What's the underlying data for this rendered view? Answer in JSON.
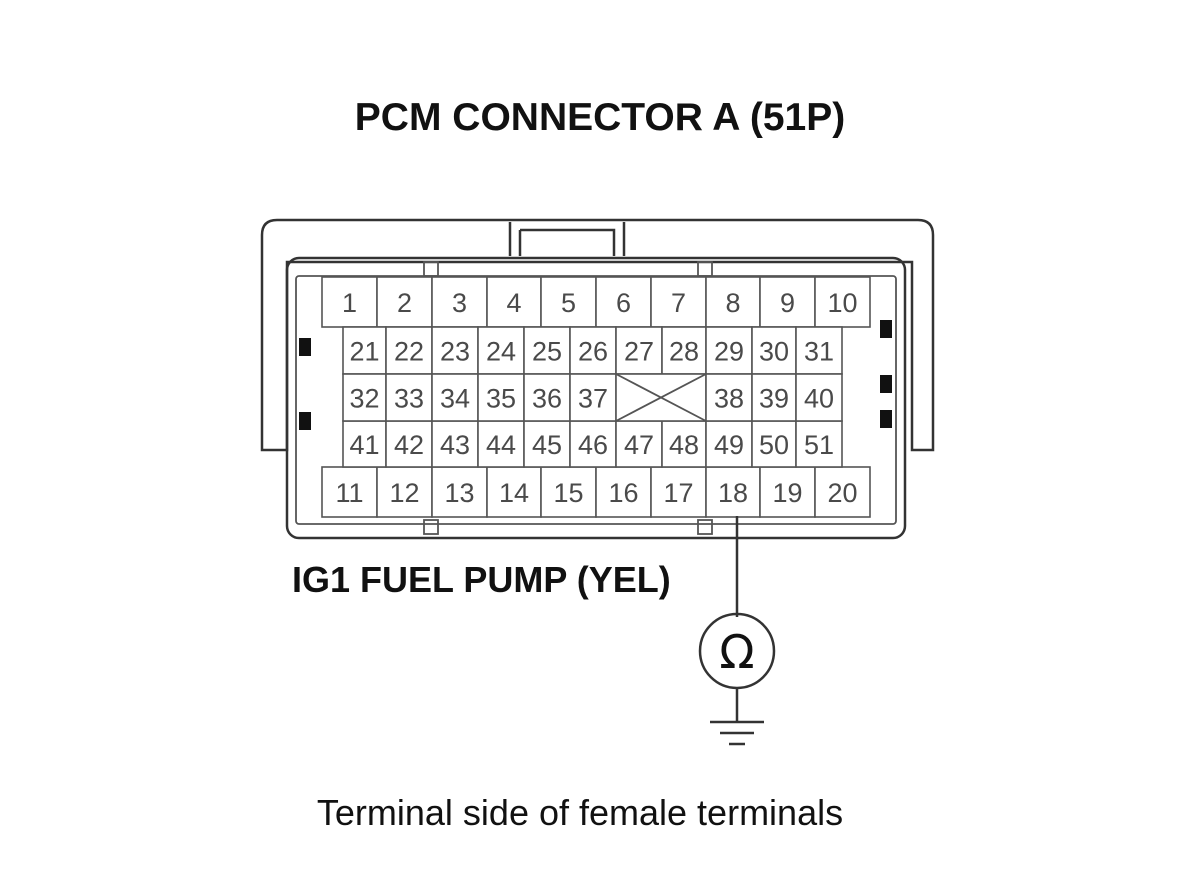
{
  "diagram": {
    "title": "PCM CONNECTOR A (51P)",
    "probe_label": "IG1 FUEL PUMP (YEL)",
    "caption": "Terminal side of female terminals",
    "meter_symbol": "Ω",
    "probe_terminal": "18",
    "connector": {
      "row1": [
        "1",
        "2",
        "3",
        "4",
        "5",
        "6",
        "7",
        "8",
        "9",
        "10"
      ],
      "row2": [
        "21",
        "22",
        "23",
        "24",
        "25",
        "26",
        "27",
        "28",
        "29",
        "30",
        "31"
      ],
      "row3": [
        "32",
        "33",
        "34",
        "35",
        "36",
        "37",
        "",
        "38",
        "39",
        "40"
      ],
      "row4": [
        "41",
        "42",
        "43",
        "44",
        "45",
        "46",
        "47",
        "48",
        "49",
        "50",
        "51"
      ],
      "row5": [
        "11",
        "12",
        "13",
        "14",
        "15",
        "16",
        "17",
        "18",
        "19",
        "20"
      ]
    }
  }
}
